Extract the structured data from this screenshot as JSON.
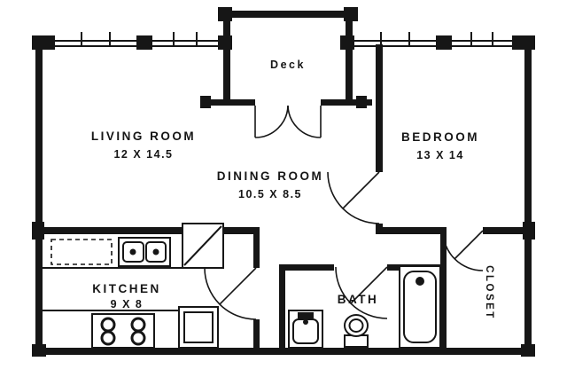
{
  "plan": {
    "background_color": "#ffffff",
    "wall_color": "#161616",
    "deck": {
      "label": "Deck"
    },
    "living_room": {
      "label": "LIVING ROOM",
      "dimensions": "12 X 14.5"
    },
    "bedroom": {
      "label": "BEDROOM",
      "dimensions": "13 X 14"
    },
    "dining_room": {
      "label": "DINING ROOM",
      "dimensions": "10.5 X 8.5"
    },
    "kitchen": {
      "label": "KITCHEN",
      "dimensions": "9 X 8"
    },
    "bath": {
      "label": "BATH"
    },
    "closet": {
      "label": "CLOSET"
    },
    "fixtures": [
      "kitchen-double-sink",
      "dishwasher",
      "stove",
      "refrigerator",
      "bath-sink",
      "toilet",
      "bathtub"
    ]
  }
}
